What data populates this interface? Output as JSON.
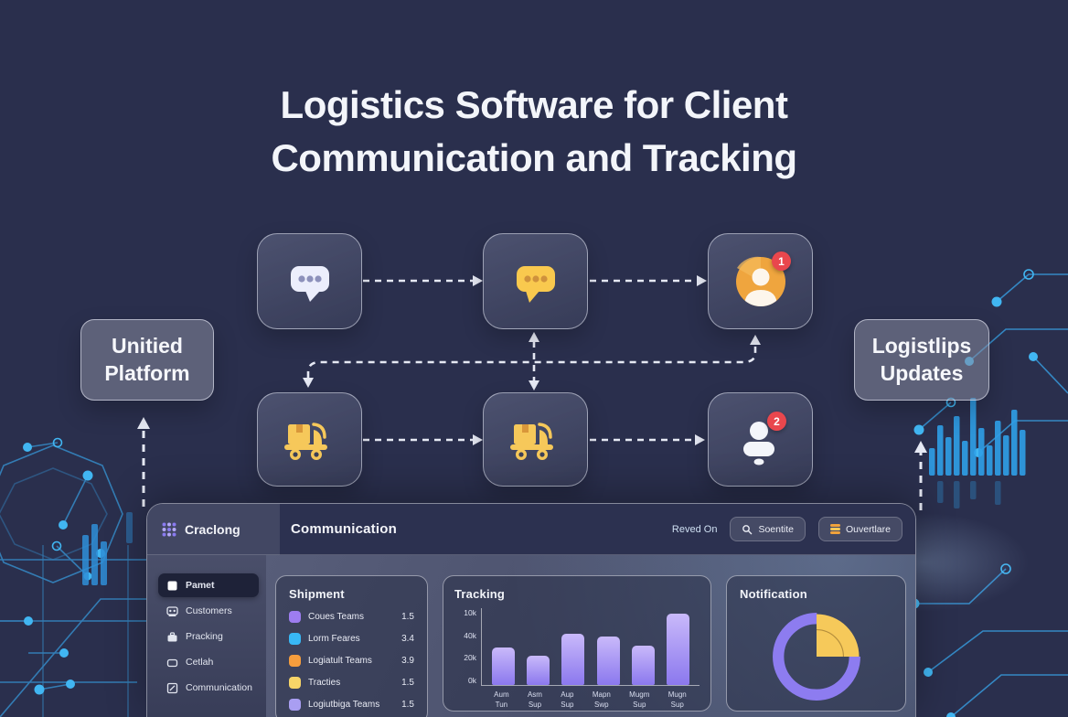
{
  "title": {
    "line1": "Logistics Software for Client",
    "line2": "Communication and Tracking"
  },
  "flow": {
    "left_label_line1": "Unitied",
    "left_label_line2": "Platform",
    "right_label_line1": "Logistlips",
    "right_label_line2": "Updates",
    "top_badge": "1",
    "bottom_badge": "2",
    "tile_icons": [
      "chat-bubble-light",
      "chat-bubble-yellow",
      "avatar-orange-with-badge",
      "delivery-truck",
      "delivery-truck",
      "person-with-badge"
    ]
  },
  "dashboard": {
    "logo_text": "Craclong",
    "header": {
      "title": "Communication",
      "status_text": "Reved On",
      "search_label": "Soentite",
      "overview_label": "Ouvertlare"
    },
    "sidebar": {
      "items": [
        {
          "label": "Pamet",
          "active": true
        },
        {
          "label": "Customers",
          "active": false
        },
        {
          "label": "Pracking",
          "active": false
        },
        {
          "label": "Cetlah",
          "active": false
        },
        {
          "label": "Communication",
          "active": false
        }
      ]
    },
    "cards": {
      "shipment_title": "Shipment",
      "tracking_title": "Tracking",
      "notification_title": "Notification"
    }
  },
  "chart_data": [
    {
      "type": "table",
      "title": "Shipment",
      "rows": [
        {
          "label": "Coues Teams",
          "value": "1.5",
          "color": "#9d7df0"
        },
        {
          "label": "Lorm Feares",
          "value": "3.4",
          "color": "#38b8f6"
        },
        {
          "label": "Logiatult Teams",
          "value": "3.9",
          "color": "#f59d3d"
        },
        {
          "label": "Tracties",
          "value": "1.5",
          "color": "#f6d468"
        },
        {
          "label": "Logiutbiga Teams",
          "value": "1.5",
          "color": "#a99ef2"
        }
      ]
    },
    {
      "type": "bar",
      "title": "Tracking",
      "x": [
        [
          "Aum",
          "Tun"
        ],
        [
          "Asm",
          "Sup"
        ],
        [
          "Aup",
          "Sup"
        ],
        [
          "Mapn",
          "Swp"
        ],
        [
          "Mugm",
          "Sup"
        ],
        [
          "Mugn",
          "Sup"
        ]
      ],
      "values": [
        34,
        27,
        47,
        44,
        36,
        65
      ],
      "unit": "k",
      "ylim": [
        0,
        70
      ],
      "yticks": [
        "10k",
        "40k",
        "20k",
        "0k"
      ],
      "bar_color_top": "#c9b9fa",
      "bar_color_bottom": "#8b78ee",
      "grid": false,
      "legend": "none"
    },
    {
      "type": "pie",
      "title": "Notification",
      "slices": [
        {
          "name": "ring-purple",
          "value": 75,
          "color": "#8d7cf0"
        },
        {
          "name": "sector-yellow",
          "value": 25,
          "color": "#f6c95a"
        }
      ]
    }
  ],
  "colors": {
    "background": "#2a2f4d",
    "accent_purple": "#8d7cf0",
    "accent_yellow": "#f6c95a",
    "accent_orange": "#f0a23c",
    "badge_red": "#e9474d",
    "circuit_blue": "#38a6ec"
  }
}
